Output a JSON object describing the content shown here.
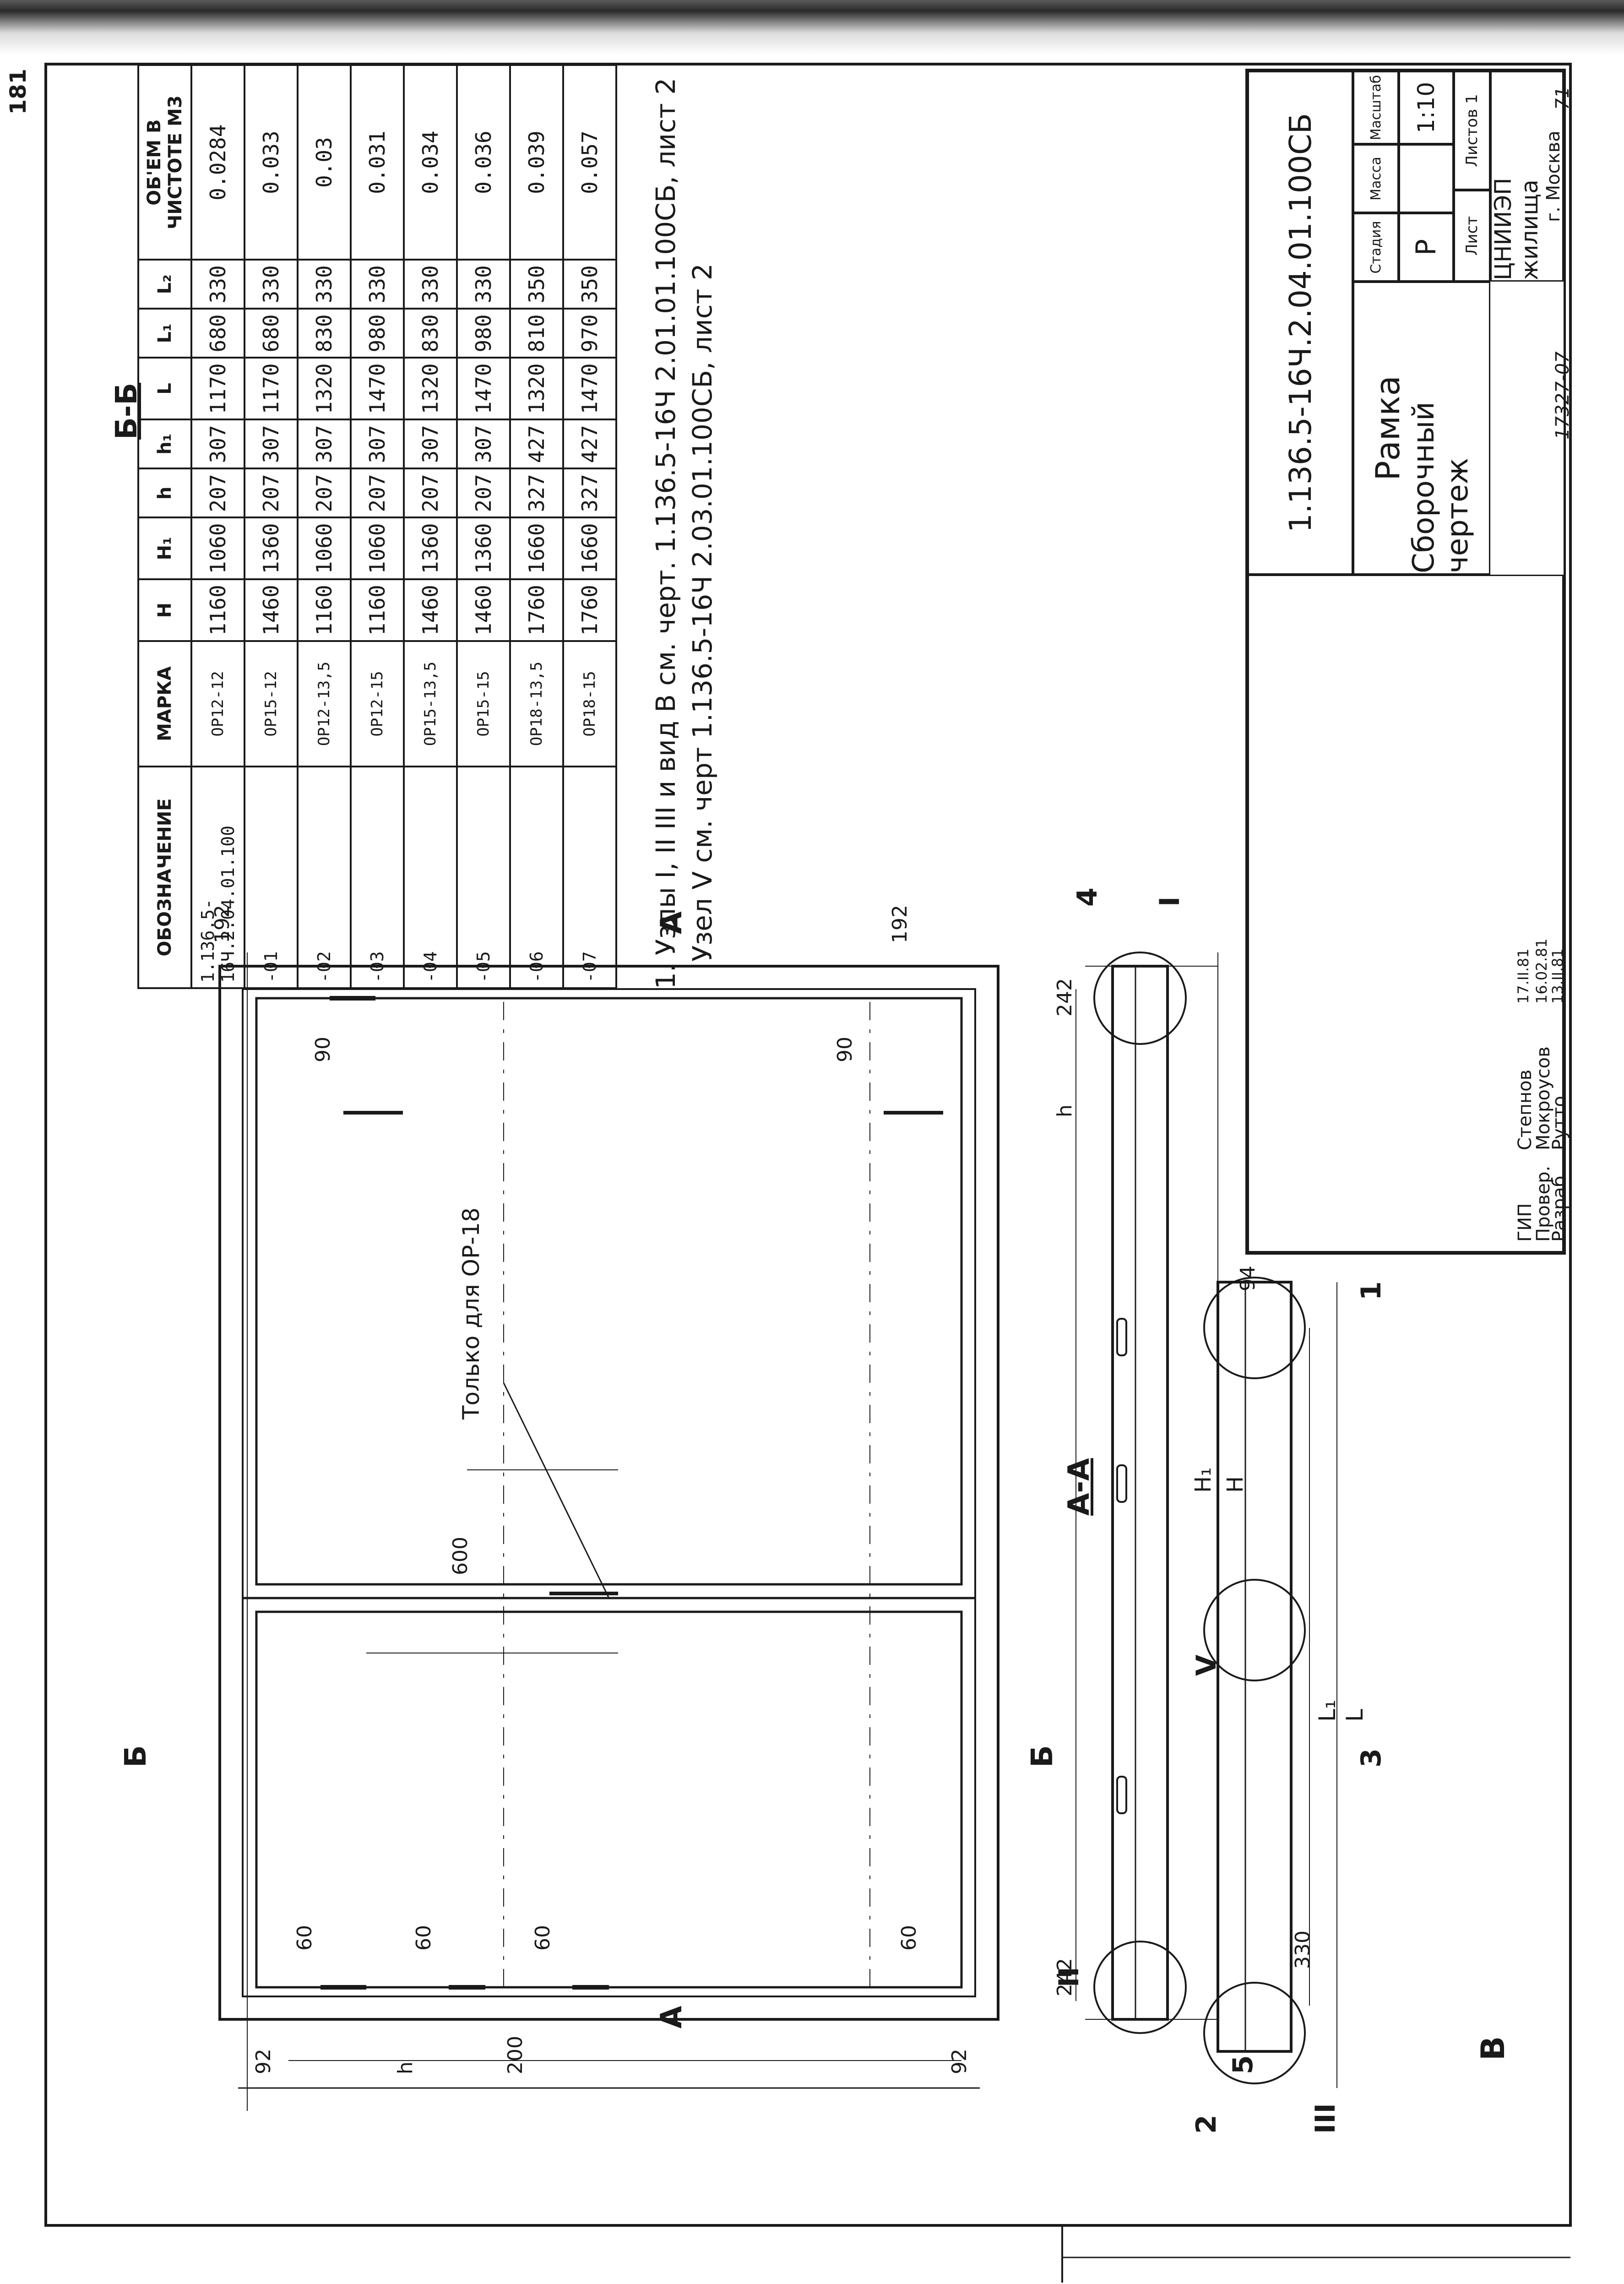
{
  "sheet_number": "181",
  "views": {
    "section_bb": "Б-Б",
    "section_aa": "А-А",
    "arrow_a": "А",
    "arrow_b": "Б",
    "arrow_v": "В"
  },
  "front_view": {
    "note_only": "Только для ОР-18",
    "dims": {
      "d192_top": "192",
      "d192_bottom": "192",
      "d90_a": "90",
      "d90_b": "90",
      "d600": "600",
      "d60_a": "60",
      "d60_b": "60",
      "d60_c": "60",
      "d60_d": "60",
      "d92_left": "92",
      "d92_right": "92",
      "h": "h",
      "d200": "200"
    }
  },
  "section_bb": {
    "dims": {
      "d242_left": "242",
      "d242_right": "242",
      "h1": "h",
      "H1": "H₁",
      "H": "H"
    },
    "callouts": {
      "c4": "4",
      "c5": "5",
      "node1": "I",
      "node2": "II"
    }
  },
  "section_aa": {
    "dims": {
      "d94": "94",
      "L1": "L₁",
      "L": "L",
      "d330": "330"
    },
    "callouts": {
      "c1": "1",
      "c2": "2",
      "c3": "3",
      "node3": "III",
      "node5": "V"
    }
  },
  "spec_table": {
    "headers": [
      "ОБОЗНАЧЕНИЕ",
      "МАРКА",
      "H",
      "H₁",
      "h",
      "h₁",
      "L",
      "L₁",
      "L₂",
      "ОБ'ЕМ В ЧИСТОТЕ М3"
    ],
    "rows": [
      [
        "1.136.5-16Ч.2.04.01.100",
        "ОР12-12",
        "1160",
        "1060",
        "207",
        "307",
        "1170",
        "680",
        "330",
        "0.0284"
      ],
      [
        "-01",
        "ОР15-12",
        "1460",
        "1360",
        "207",
        "307",
        "1170",
        "680",
        "330",
        "0.033"
      ],
      [
        "-02",
        "ОР12-13,5",
        "1160",
        "1060",
        "207",
        "307",
        "1320",
        "830",
        "330",
        "0.03"
      ],
      [
        "-03",
        "ОР12-15",
        "1160",
        "1060",
        "207",
        "307",
        "1470",
        "980",
        "330",
        "0.031"
      ],
      [
        "-04",
        "ОР15-13,5",
        "1460",
        "1360",
        "207",
        "307",
        "1320",
        "830",
        "330",
        "0.034"
      ],
      [
        "-05",
        "ОР15-15",
        "1460",
        "1360",
        "207",
        "307",
        "1470",
        "980",
        "330",
        "0.036"
      ],
      [
        "-06",
        "ОР18-13,5",
        "1760",
        "1660",
        "327",
        "427",
        "1320",
        "810",
        "350",
        "0.039"
      ],
      [
        "-07",
        "ОР18-15",
        "1760",
        "1660",
        "327",
        "427",
        "1470",
        "970",
        "350",
        "0.057"
      ]
    ]
  },
  "notes": {
    "line1": "1. Узлы I, II III и вид В см. черт. 1.136.5-16Ч 2.01.01.100СБ, лист 2",
    "line2": "Узел V см. черт 1.136.5-16Ч 2.03.01.100СБ, лист 2"
  },
  "title_block": {
    "doc_code": "1.136.5-16Ч.2.04.01.100СБ",
    "title1": "Рамка",
    "title2": "Сборочный чертеж",
    "stage_label": "Стадия",
    "mass_label": "Масса",
    "scale_label": "Масштаб",
    "stage": "Р",
    "scale": "1:10",
    "sheet_label": "Лист",
    "sheets_label": "Листов 1",
    "org1": "ЦНИИЭП жилища",
    "org2": "г. Москва",
    "roles": [
      {
        "role": "ГИП",
        "name": "Степнов",
        "date": "17.II.81"
      },
      {
        "role": "Провер.",
        "name": "Мокроусов",
        "date": "16.02.81"
      },
      {
        "role": "Разраб.",
        "name": "Рутто",
        "date": "13.II.81"
      }
    ],
    "archive_no": "17327-07",
    "page_mark": "71"
  }
}
